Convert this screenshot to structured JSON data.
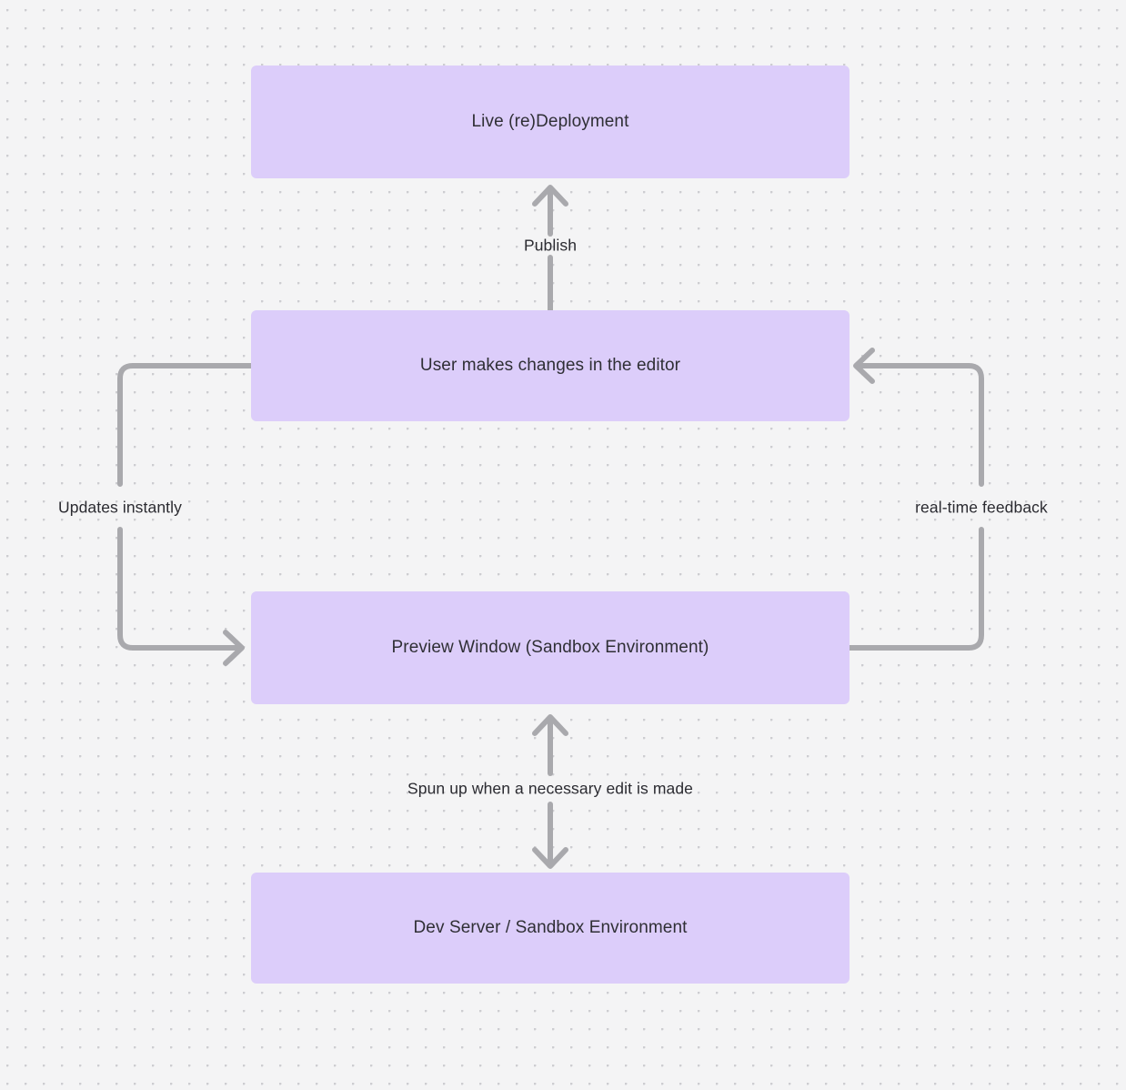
{
  "diagram": {
    "background_color": "#f4f4f5",
    "dot_color": "#cdcdd1",
    "node_fill": "#dccdfa",
    "edge_color": "#a9a9ad",
    "text_color": "#2f2f35",
    "nodes": [
      {
        "id": "live-deployment",
        "label": "Live (re)Deployment"
      },
      {
        "id": "user-edits",
        "label": "User makes changes in the editor"
      },
      {
        "id": "preview-window",
        "label": "Preview Window (Sandbox Environment)"
      },
      {
        "id": "dev-server",
        "label": "Dev Server / Sandbox Environment"
      }
    ],
    "edges": [
      {
        "id": "publish",
        "label": "Publish",
        "from": "user-edits",
        "to": "live-deployment",
        "direction": "up"
      },
      {
        "id": "updates-instantly",
        "label": "Updates instantly",
        "from": "user-edits",
        "to": "preview-window",
        "direction": "left-loop"
      },
      {
        "id": "real-time",
        "label": "real-time feedback",
        "from": "preview-window",
        "to": "user-edits",
        "direction": "right-loop"
      },
      {
        "id": "spun-up",
        "label": "Spun up when a necessary edit is made",
        "from": "preview-window",
        "to": "dev-server",
        "direction": "bidirectional"
      }
    ]
  }
}
